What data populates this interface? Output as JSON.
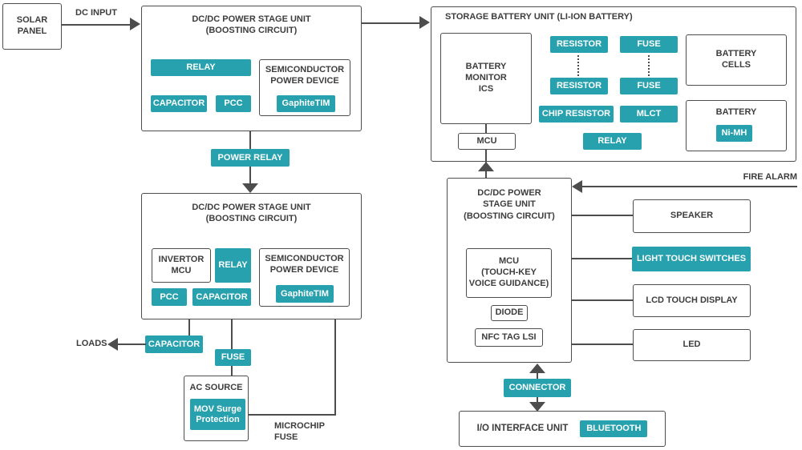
{
  "colors": {
    "teal": "#26A1AD",
    "line": "#4D4D4D",
    "text": "#3D3D3D"
  },
  "solar_panel": "SOLAR\nPANEL",
  "dc_input_label": "DC INPUT",
  "boost1": {
    "title": "DC/DC POWER STAGE UNIT\n(BOOSTING CIRCUIT)",
    "relay": "RELAY",
    "capacitor": "CAPACITOR",
    "pcc": "PCC",
    "semiconductor": {
      "title": "SEMICONDUCTOR\nPOWER DEVICE",
      "chip": "GaphiteTIM"
    }
  },
  "power_relay": "POWER RELAY",
  "boost2": {
    "title": "DC/DC POWER STAGE UNIT\n(BOOSTING CIRCUIT)",
    "invertor_mcu": "INVERTOR\nMCU",
    "relay": "RELAY",
    "semiconductor": {
      "title": "SEMICONDUCTOR\nPOWER DEVICE",
      "chip": "GaphiteTIM"
    },
    "pcc": "PCC",
    "capacitor": "CAPACITOR"
  },
  "loads_label": "LOADS",
  "output_capacitor": "CAPACITOR",
  "output_fuse": "FUSE",
  "ac_source": {
    "title": "AC SOURCE",
    "mov": "MOV Surge\nProtection"
  },
  "microchip_fuse_label": "MICROCHIP\nFUSE",
  "storage_battery": {
    "title": "STORAGE BATTERY UNIT (LI-ION BATTERY)",
    "battery_monitor": "BATTERY\nMONITOR\nICS",
    "mcu": "MCU",
    "resistor_top": "RESISTOR",
    "resistor_bottom": "RESISTOR",
    "fuse_top": "FUSE",
    "fuse_bottom": "FUSE",
    "chip_resistor": "CHIP RESISTOR",
    "mlct": "MLCT",
    "relay": "RELAY",
    "battery_cells": "BATTERY\nCELLS",
    "battery": {
      "title": "BATTERY",
      "chip": "Ni-MH"
    }
  },
  "boost3": {
    "title": "DC/DC POWER\nSTAGE UNIT\n(BOOSTING CIRCUIT)",
    "mcu": "MCU\n(TOUCH-KEY\nVOICE GUIDANCE)",
    "diode": "DIODE",
    "nfc": "NFC TAG LSI"
  },
  "fire_alarm_label": "FIRE ALARM",
  "peripherals": {
    "speaker": "SPEAKER",
    "light_touch_switches": "LIGHT TOUCH SWITCHES",
    "lcd_touch_display": "LCD TOUCH DISPLAY",
    "led": "LED"
  },
  "connector": "CONNECTOR",
  "io_interface": {
    "title": "I/O INTERFACE UNIT",
    "bluetooth": "BLUETOOTH"
  }
}
